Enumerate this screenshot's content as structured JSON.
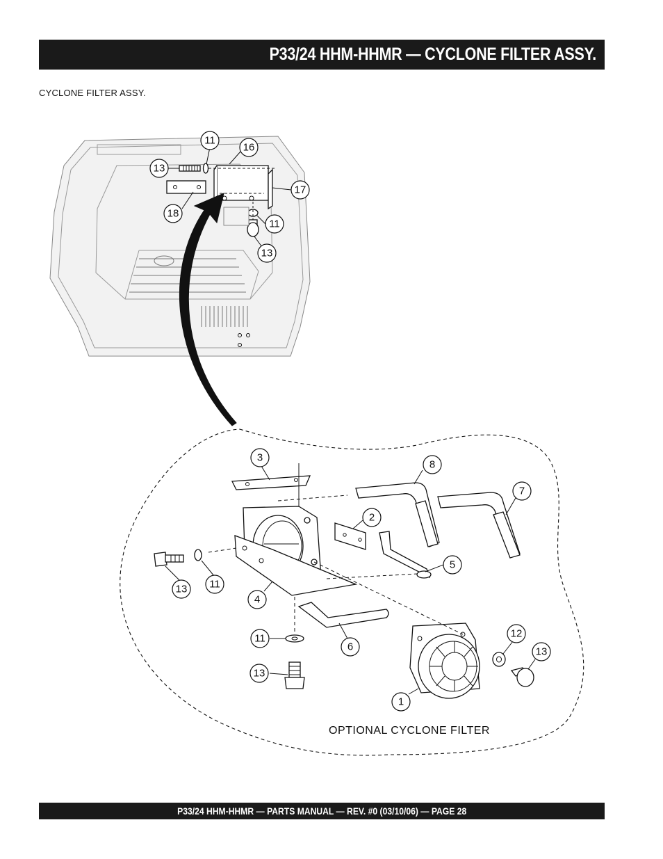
{
  "header": {
    "title": "P33/24 HHM-HHMR — CYCLONE FILTER ASSY."
  },
  "section": {
    "subtitle": "CYCLONE FILTER ASSY."
  },
  "diagram": {
    "caption": "OPTIONAL CYCLONE FILTER",
    "callouts_top": [
      "11",
      "16",
      "13",
      "17",
      "18",
      "11",
      "13"
    ],
    "callouts_bottom": [
      "3",
      "8",
      "7",
      "2",
      "13",
      "11",
      "5",
      "4",
      "11",
      "6",
      "12",
      "13",
      "13",
      "1"
    ]
  },
  "footer": {
    "text": "P33/24 HHM-HHMR — PARTS MANUAL — REV. #0 (03/10/06) — PAGE 28"
  }
}
